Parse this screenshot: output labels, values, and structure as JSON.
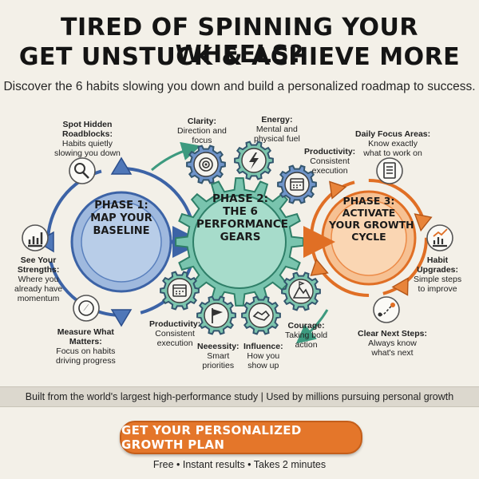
{
  "header": {
    "line1": "TIRED OF SPINNING YOUR WHEELS?",
    "line2": "GET UNSTUCK & ACHIEVE MORE",
    "subtitle": "Discover the 6 habits slowing you down and build a personalized roadmap to success."
  },
  "phase1": {
    "lines": [
      "PHASE 1:",
      "MAP YOUR",
      "BASELINE"
    ],
    "color": "#4f77b8",
    "items": [
      {
        "title": "Spot Hidden Roadblocks:",
        "title_lines": [
          "Spot Hidden",
          "Roadblocks:"
        ],
        "desc_lines": [
          "Habits quietly",
          "slowing you down"
        ],
        "icon": "magnifier-icon"
      },
      {
        "title_lines": [
          "See Your",
          "Strengths:"
        ],
        "desc_lines": [
          "Where you",
          "already have",
          "momentum"
        ],
        "icon": "bar-chart-icon"
      },
      {
        "title_lines": [
          "Measure What",
          "Matters:"
        ],
        "desc_lines": [
          "Focus on habits",
          "driving progress"
        ],
        "icon": "compass-icon"
      }
    ]
  },
  "phase2": {
    "lines": [
      "PHASE 2:",
      "THE 6",
      "PERFORMANCE",
      "GEARS"
    ],
    "color": "#4fa88e",
    "gears": [
      {
        "title_lines": [
          "Clarity:"
        ],
        "desc_lines": [
          "Direction and",
          "focus"
        ],
        "icon": "target-icon"
      },
      {
        "title_lines": [
          "Energy:"
        ],
        "desc_lines": [
          "Mental and",
          "physical fuel"
        ],
        "icon": "lightning-icon"
      },
      {
        "title_lines": [
          "Productivity:"
        ],
        "desc_lines": [
          "Consistent",
          "execution"
        ],
        "icon": "calendar-icon"
      },
      {
        "title_lines": [
          "Courage:"
        ],
        "desc_lines": [
          "Taking bold",
          "action"
        ],
        "icon": "mountain-flag-icon"
      },
      {
        "title_lines": [
          "Influence:"
        ],
        "desc_lines": [
          "How you",
          "show up"
        ],
        "icon": "handshake-icon"
      },
      {
        "title_lines": [
          "Neeessity:"
        ],
        "desc_lines": [
          "Smart",
          "priorities"
        ],
        "icon": "flag-icon"
      },
      {
        "title_lines": [
          "Productivity:"
        ],
        "desc_lines": [
          "Consistent",
          "execution"
        ],
        "icon": "calendar-icon"
      }
    ]
  },
  "phase3": {
    "lines": [
      "PHASE 3:",
      "ACTIVATE",
      "YOUR GROWTH",
      "CYCLE"
    ],
    "color": "#e8843a",
    "items": [
      {
        "title_lines": [
          "Daily Focus Areas:"
        ],
        "desc_lines": [
          "Know exactly",
          "what to work on"
        ],
        "icon": "checklist-icon"
      },
      {
        "title_lines": [
          "Habit",
          "Upgrades:"
        ],
        "desc_lines": [
          "Simple steps",
          "to improve"
        ],
        "icon": "trend-chart-icon"
      },
      {
        "title_lines": [
          "Clear Next Steps:"
        ],
        "desc_lines": [
          "Always know",
          "what's next"
        ],
        "icon": "route-icon"
      }
    ]
  },
  "banner": {
    "text": "Built from the world's largest high-performance study | Used by millions pursuing personal growth"
  },
  "cta": {
    "label": "GET YOUR PERSONALIZED GROWTH PLAN",
    "color": "#e4762a"
  },
  "footer": {
    "note": "Free • Instant results • Takes 2 minutes"
  }
}
